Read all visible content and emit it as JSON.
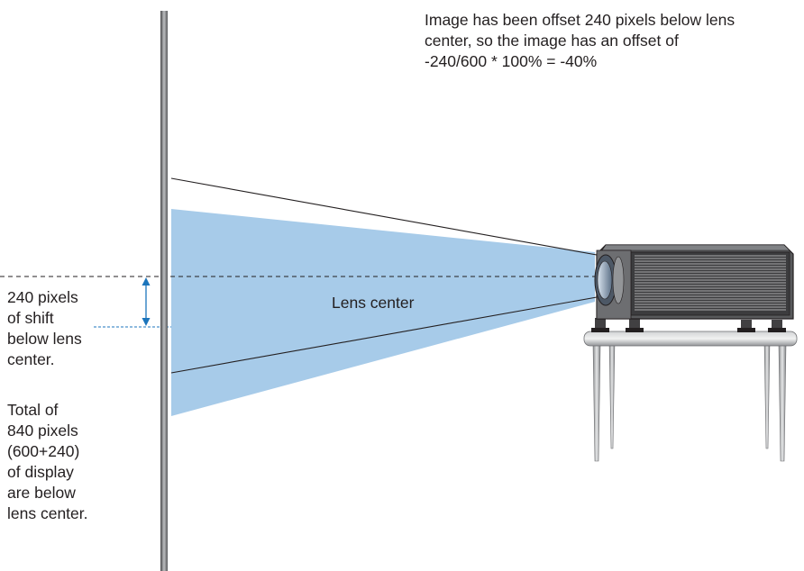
{
  "caption": {
    "line1": "Image has been offset 240 pixels below lens",
    "line2": "center, so the image has an offset of",
    "line3": "-240/600 * 100% = -40%"
  },
  "lens_center_label": "Lens center",
  "shift_note": {
    "line1": "240 pixels",
    "line2": "of shift",
    "line3": "below lens",
    "line4": "center."
  },
  "total_note": {
    "line1": "Total of",
    "line2": "840 pixels",
    "line3": "(600+240)",
    "line4": "of display",
    "line5": "are below",
    "line6": "lens center."
  },
  "colors": {
    "projection_fill": "#a7cbe9",
    "arrow": "#1c75bc",
    "wall": "#6d6e71",
    "projector_body": "#3a3a3a",
    "table": "#a7a9ac"
  }
}
